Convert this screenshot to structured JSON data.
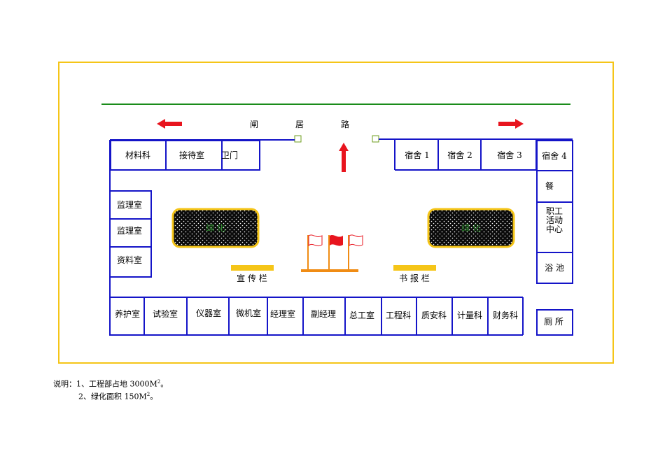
{
  "road": {
    "chars": [
      "闸",
      "居",
      "路"
    ]
  },
  "rooms": {
    "materials": "材料科",
    "reception": "接待室",
    "gate": "卫门",
    "dorm1": "宿舍 1",
    "dorm2": "宿舍 2",
    "dorm3": "宿舍 3",
    "dorm4": "宿舍 4",
    "canteen": "餐",
    "activity": [
      "职工",
      "活动",
      "中心"
    ],
    "bath": "浴 池",
    "supervision1": "监理室",
    "supervision2": "监理室",
    "archives": "资料室",
    "curing": "养护室",
    "testing": "试验室",
    "instrument": "仪器室",
    "computer": "微机室",
    "manager": "经理室",
    "vice_manager": "副经理",
    "chief_engineer": "总工室",
    "engineering": "工程科",
    "quality_safety": "质安科",
    "metering": "计量科",
    "finance": "财务科",
    "toilet": "厕 所"
  },
  "green": {
    "left": "绿 化",
    "right": "绿 化"
  },
  "boards": {
    "publicity": "宣 传 栏",
    "newspaper": "书 报 栏"
  },
  "notes": {
    "prefix": "说明：",
    "line1": "1、工程部占地 3000M",
    "line1_sup": "2",
    "line1_end": "。",
    "line2": "2、绿化面积 150M",
    "line2_sup": "2",
    "line2_end": "。"
  },
  "colors": {
    "border": "#f5c518",
    "road_line": "#1a8c1a",
    "walls": "#1414c8",
    "arrow": "#e8141e",
    "board": "#f5c518",
    "flag_base": "#f08c14",
    "hedge": "#f5c518",
    "green_text": "#2e8b2e",
    "gate_post": "#6e9e1e"
  }
}
